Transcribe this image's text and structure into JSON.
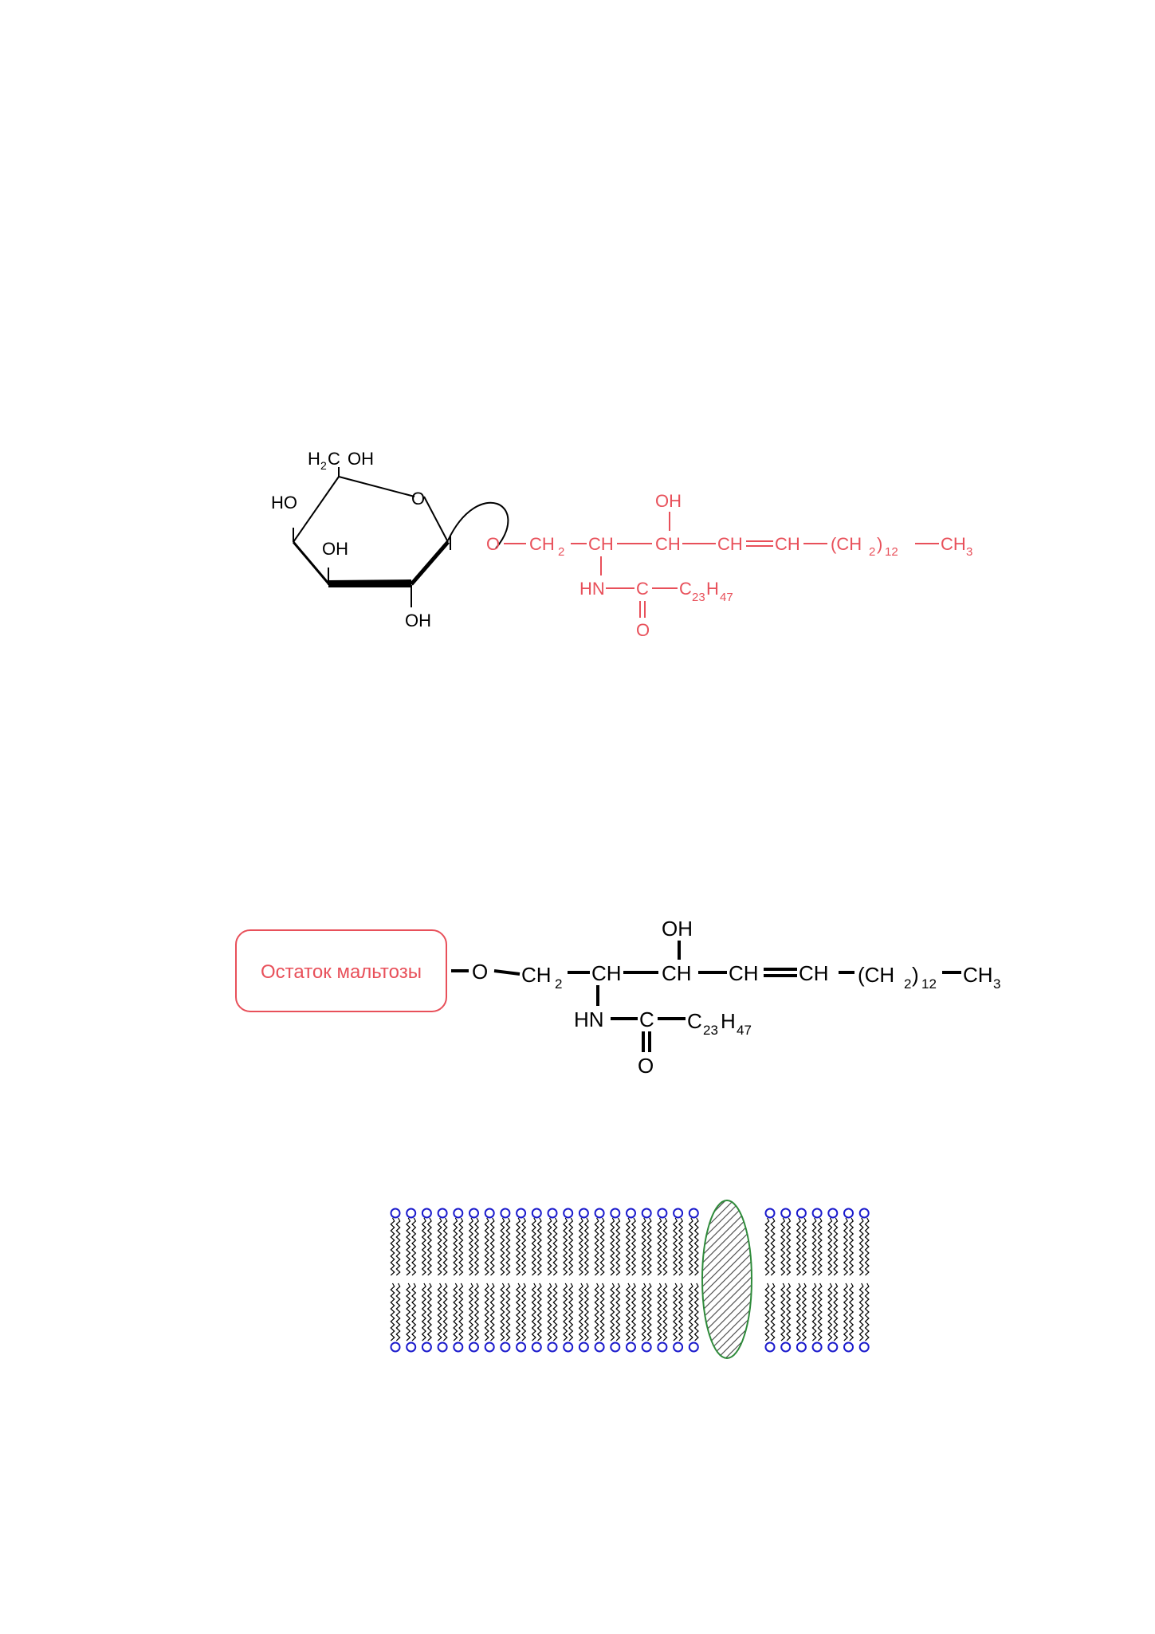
{
  "galactosylceramide": {
    "ring": {
      "h2c": "H",
      "h2c_sub": "2",
      "h2c_c": "C",
      "h2c_oh": "OH",
      "ring_o": "O",
      "c4_oh": "HO",
      "c3_oh": "OH",
      "c2_oh": "OH"
    },
    "ceramide": {
      "o": "O",
      "ch2": "CH",
      "ch2_sub": "2",
      "ch_a": "CH",
      "ch_b": "CH",
      "ch_b_oh": "OH",
      "ch_c": "CH",
      "ch_d": "CH",
      "chain_open": "(CH",
      "chain_sub2": "2",
      "chain_close": ")",
      "chain_sub12": "12",
      "ch3": "CH",
      "ch3_sub": "3",
      "hn": "HN",
      "c": "C",
      "acyl_c": "C",
      "acyl_sub23": "23",
      "acyl_h": "H",
      "acyl_sub47": "47",
      "carbonyl_o": "O"
    },
    "colors": {
      "sugar": "#000000",
      "ceramide": "#e8505a"
    }
  },
  "maltose_cerebroside": {
    "box_label": "Остаток мальтозы",
    "o": "O",
    "ch2": "CH",
    "ch2_sub": "2",
    "ch_a": "CH",
    "ch_b": "CH",
    "ch_b_oh": "OH",
    "ch_c": "CH",
    "ch_d": "CH",
    "chain_open": "(CH",
    "chain_sub2": "2",
    "chain_close": ")",
    "chain_sub12": "12",
    "ch3": "CH",
    "ch3_sub": "3",
    "hn": "HN",
    "c": "C",
    "acyl_c": "C",
    "acyl_sub23": "23",
    "acyl_h": "H",
    "acyl_sub47": "47",
    "carbonyl_o": "O",
    "colors": {
      "box": "#e8505a",
      "text": "#000000"
    }
  },
  "membrane": {
    "lipids_left_count": 20,
    "lipids_right_count": 7,
    "colors": {
      "head": "#1a1acc",
      "tail": "#000000",
      "protein": "#2e8b3a"
    }
  }
}
